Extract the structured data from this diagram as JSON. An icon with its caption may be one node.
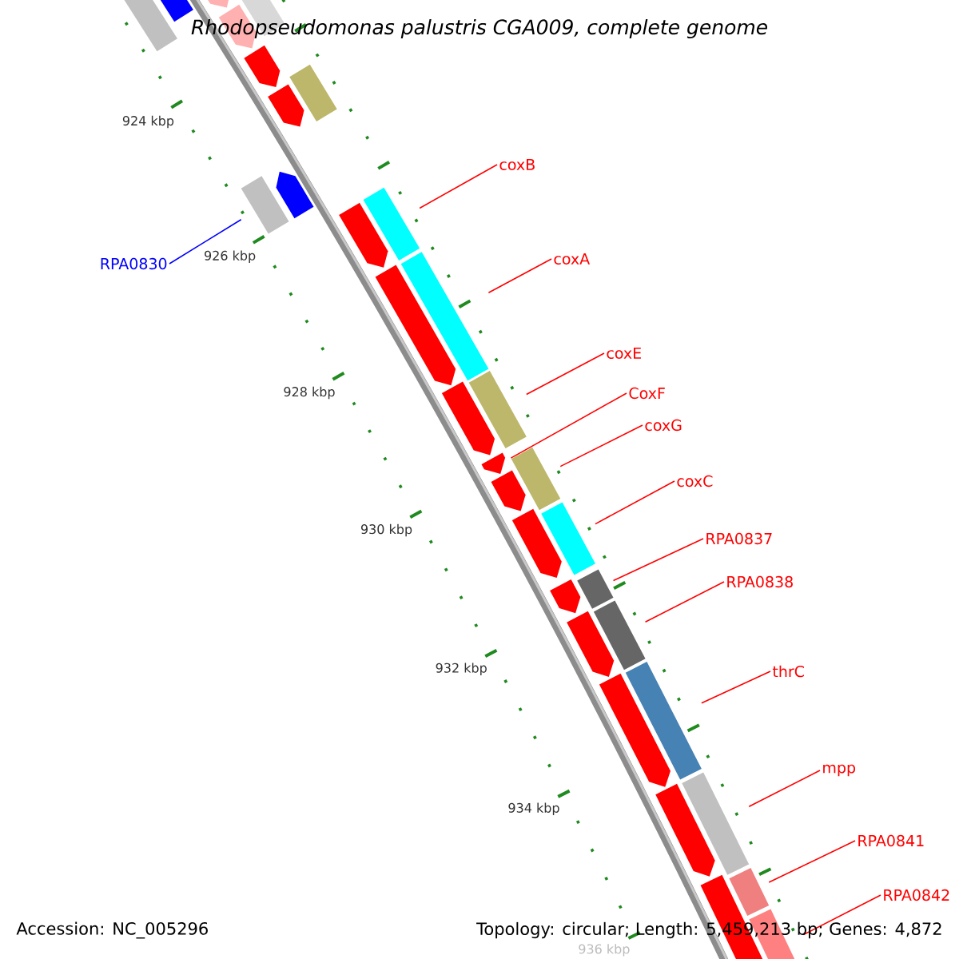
{
  "diagram": {
    "title": "Rhodopseudomonas palustris CGA009, complete genome",
    "nodes": [
      {
        "text": [
          "coxB"
        ]
      },
      {
        "text": [
          "coxA"
        ]
      },
      {
        "text": [
          "RPA0830"
        ]
      },
      {
        "text": [
          "coxE"
        ]
      },
      {
        "text": [
          "CoxF"
        ]
      },
      {
        "text": [
          "coxG"
        ]
      },
      {
        "text": [
          "coxC"
        ]
      },
      {
        "text": [
          "RPA0837"
        ]
      },
      {
        "text": [
          "RPA0838"
        ]
      },
      {
        "text": [
          "thrC"
        ]
      },
      {
        "text": [
          "mpp"
        ]
      },
      {
        "text": [
          "RPA0841"
        ]
      },
      {
        "text": [
          "RPA0842"
        ]
      },
      {
        "text": [],
        "shape": "bar"
      },
      {
        "text": [],
        "shape": "bar"
      },
      {
        "text": [],
        "shape": "bar"
      },
      {
        "text": [],
        "shape": "bar"
      },
      {
        "text": [],
        "shape": "bar"
      },
      {
        "text": [],
        "shape": "arrow"
      },
      {
        "text": [],
        "shape": "bar"
      },
      {
        "text": [],
        "shape": "bar"
      },
      {
        "text": [],
        "shape": "bar"
      },
      {
        "text": [],
        "shape": "bar"
      },
      {
        "text": [],
        "shape": "bar"
      },
      {
        "text": [],
        "shape": "bar"
      },
      {
        "text": [],
        "shape": "bar"
      },
      {
        "text": [],
        "shape": "bar"
      }
    ],
    "edges": [
      {
        "from": 0,
        "to": 15,
        "arrow": "none"
      },
      {
        "from": 1,
        "to": 16,
        "arrow": "none"
      },
      {
        "from": 2,
        "to": 14,
        "arrow": "none",
        "color": "#0000ff"
      },
      {
        "from": 3,
        "to": 17,
        "arrow": "none"
      },
      {
        "from": 4,
        "to": 18,
        "arrow": "none"
      },
      {
        "from": 5,
        "to": 19,
        "arrow": "none"
      },
      {
        "from": 6,
        "to": 20,
        "arrow": "none"
      },
      {
        "from": 7,
        "to": 21,
        "arrow": "none"
      },
      {
        "from": 8,
        "to": 22,
        "arrow": "none"
      },
      {
        "from": 9,
        "to": 23,
        "arrow": "none"
      },
      {
        "from": 10,
        "to": 24,
        "arrow": "none"
      },
      {
        "from": 11,
        "to": 25,
        "arrow": "none"
      },
      {
        "from": 12,
        "to": 26,
        "arrow": "none"
      }
    ],
    "labels": [
      "924 kbp",
      "926 kbp",
      "928 kbp",
      "930 kbp",
      "932 kbp",
      "934 kbp",
      "936 kbp",
      "Accession: NC_005296",
      "Topology: circular; Length: 5,459,213 bp; Genes: 4,872"
    ]
  }
}
